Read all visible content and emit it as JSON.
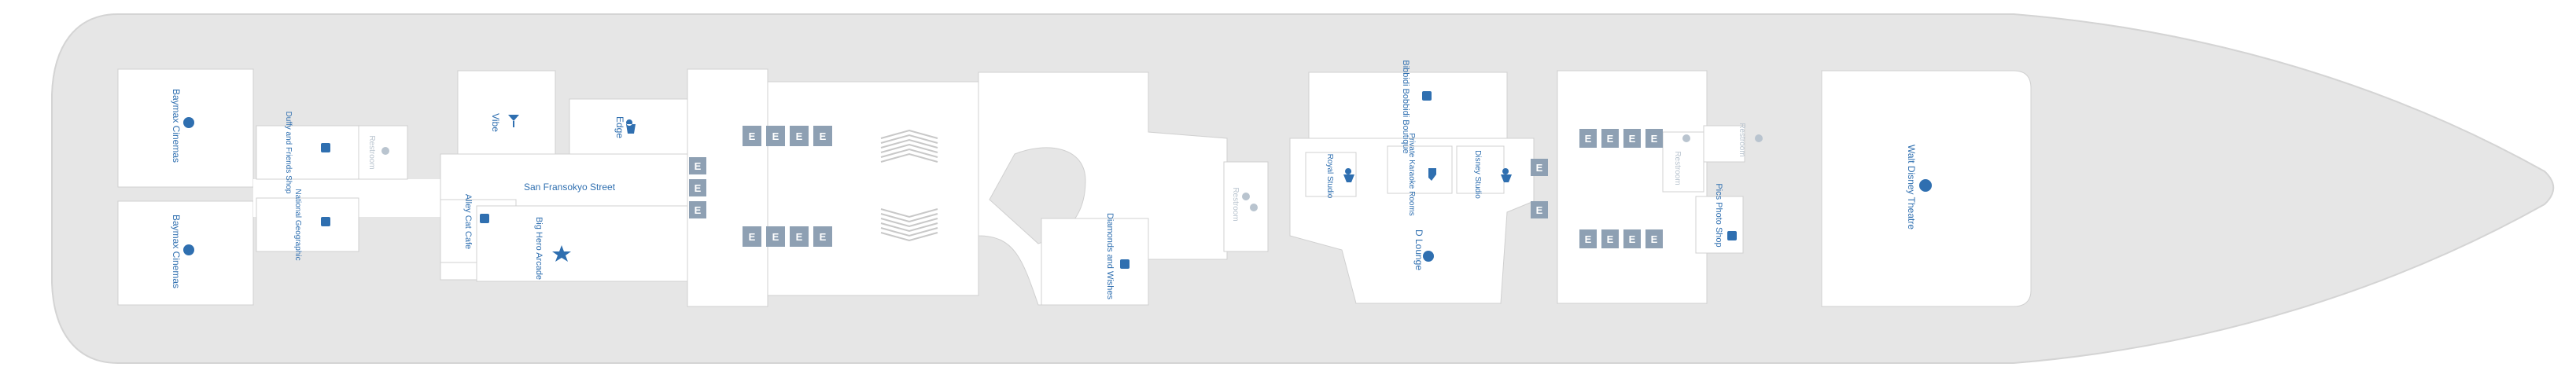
{
  "colors": {
    "hull": "#e6e6e6",
    "hull_edge": "#d4d4d4",
    "room": "#ffffff",
    "room_edge": "#d0d0d0",
    "label": "#2f6fb0",
    "restroom_label": "#b9c4cf",
    "elevator": "#8ea0b3"
  },
  "venues": {
    "baymax_top": "Baymax Cinemas",
    "baymax_bottom": "Baymax Cinemas",
    "duffy": "Duffy and Friends Shop",
    "national_geo": "National Geographic",
    "vibe": "Vibe",
    "edge": "Edge",
    "san_fransokyo": "San Fransokyo Street",
    "alley_cat": "Alley Cat Cafe",
    "big_hero": "Big Hero Arcade",
    "diamonds": "Diamonds and Wishes",
    "royal_studio": "Royal Studio",
    "karaoke": "Private Karaoke Rooms",
    "disney_studio": "Disney Studio",
    "bibbidi": "Bibbidi Bobbidi Boutique",
    "d_lounge": "D Lounge",
    "pics_photo": "Pics Photo Shop",
    "walt_disney_theatre": "Walt Disney Theatre"
  },
  "restrooms": {
    "r1": "Restroom",
    "r2": "Restroom",
    "r3": "Restroom",
    "r4": "Restroom"
  },
  "elevator_glyph": "E",
  "icons": [
    "film-icon",
    "shop-bag-icon",
    "cocktail-icon",
    "teen-icon",
    "cafe-icon",
    "star-icon",
    "karaoke-icon",
    "kids-icon",
    "theatre-masks-icon",
    "restroom-icon",
    "accessible-icon"
  ]
}
